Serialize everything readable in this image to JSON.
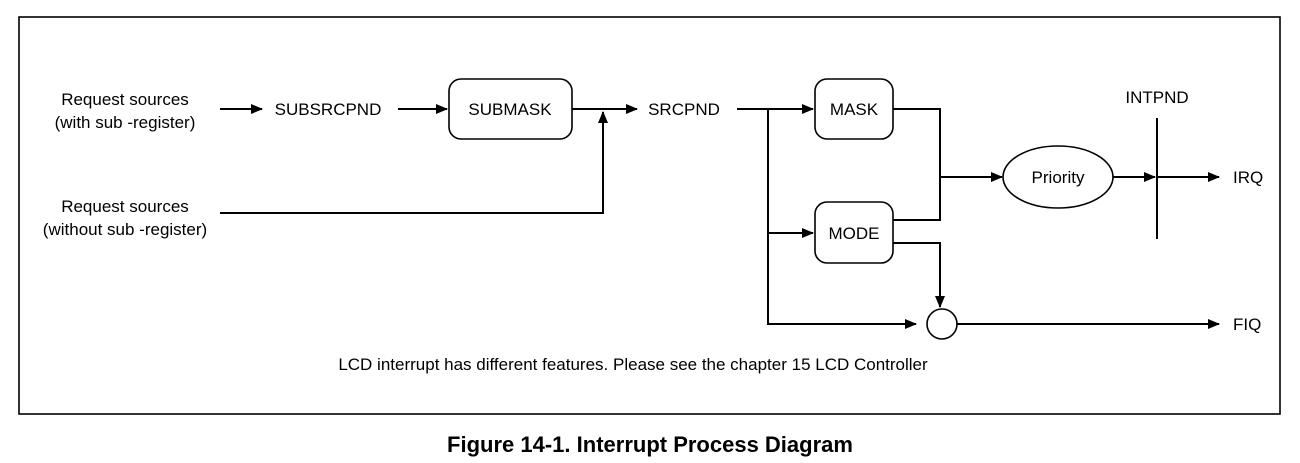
{
  "diagram": {
    "sources_with_sub": [
      "Request sources",
      "(with sub -register)"
    ],
    "sources_without_sub": [
      "Request sources",
      "(without sub -register)"
    ],
    "subsrcpnd": "SUBSRCPND",
    "submask": "SUBMASK",
    "srcpnd": "SRCPND",
    "mask": "MASK",
    "mode": "MODE",
    "priority": "Priority",
    "intpnd": "INTPND",
    "irq": "IRQ",
    "fiq": "FIQ",
    "note": "LCD interrupt has different features. Please see the chapter 15 LCD Controller"
  },
  "caption": "Figure 14-1. Interrupt Process Diagram"
}
